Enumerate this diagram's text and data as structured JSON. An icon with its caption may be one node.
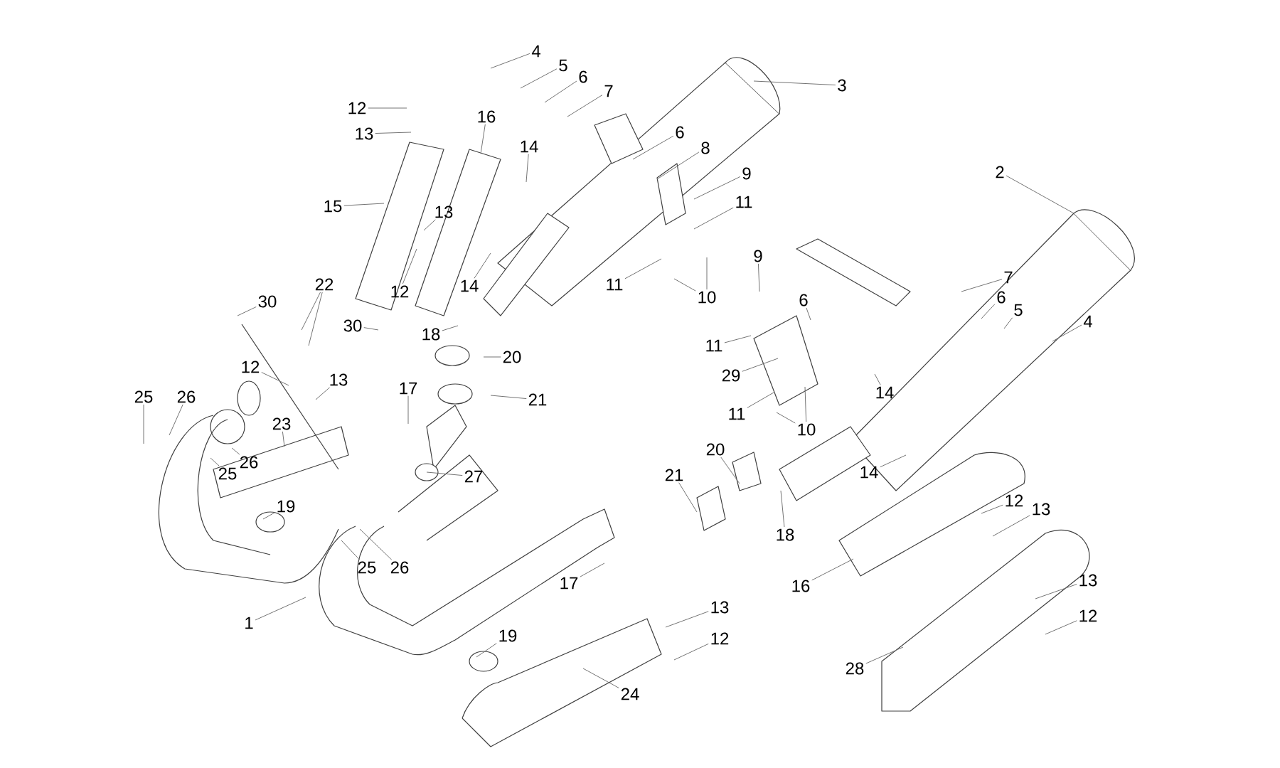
{
  "diagram": {
    "nodes": [
      {
        "text": [
          "4"
        ]
      },
      {
        "text": [
          "5"
        ]
      },
      {
        "text": [
          "3"
        ]
      },
      {
        "text": [
          "6"
        ]
      },
      {
        "text": [
          "7"
        ]
      },
      {
        "text": [
          "12"
        ]
      },
      {
        "text": [
          "13"
        ]
      },
      {
        "text": [
          "16"
        ]
      },
      {
        "text": [
          "6"
        ]
      },
      {
        "text": [
          "8"
        ]
      },
      {
        "text": [
          "2"
        ]
      },
      {
        "text": [
          "14"
        ]
      },
      {
        "text": [
          "9"
        ]
      },
      {
        "text": [
          "15"
        ]
      },
      {
        "text": [
          "13"
        ]
      },
      {
        "text": [
          "11"
        ]
      },
      {
        "text": [
          "12"
        ]
      },
      {
        "text": [
          "14"
        ]
      },
      {
        "text": [
          "9"
        ]
      },
      {
        "text": [
          "11"
        ]
      },
      {
        "text": [
          "10"
        ]
      },
      {
        "text": [
          "30"
        ]
      },
      {
        "text": [
          "22"
        ]
      },
      {
        "text": [
          "30"
        ]
      },
      {
        "text": [
          "6"
        ]
      },
      {
        "text": [
          "7"
        ]
      },
      {
        "text": [
          "6"
        ]
      },
      {
        "text": [
          "5"
        ]
      },
      {
        "text": [
          "4"
        ]
      },
      {
        "text": [
          "11"
        ]
      },
      {
        "text": [
          "29"
        ]
      },
      {
        "text": [
          "11"
        ]
      },
      {
        "text": [
          "10"
        ]
      },
      {
        "text": [
          "14"
        ]
      },
      {
        "text": [
          "20"
        ]
      },
      {
        "text": [
          "21"
        ]
      },
      {
        "text": [
          "18"
        ]
      },
      {
        "text": [
          "12"
        ]
      },
      {
        "text": [
          "13"
        ]
      },
      {
        "text": [
          "17"
        ]
      },
      {
        "text": [
          "25"
        ]
      },
      {
        "text": [
          "26"
        ]
      },
      {
        "text": [
          "23"
        ]
      },
      {
        "text": [
          "26"
        ]
      },
      {
        "text": [
          "25"
        ]
      },
      {
        "text": [
          "27"
        ]
      },
      {
        "text": [
          "19"
        ]
      },
      {
        "text": [
          "20"
        ]
      },
      {
        "text": [
          "21"
        ]
      },
      {
        "text": [
          "18"
        ]
      },
      {
        "text": [
          "14"
        ]
      },
      {
        "text": [
          "25"
        ]
      },
      {
        "text": [
          "26"
        ]
      },
      {
        "text": [
          "17"
        ]
      },
      {
        "text": [
          "12"
        ]
      },
      {
        "text": [
          "13"
        ]
      },
      {
        "text": [
          "16"
        ]
      },
      {
        "text": [
          "1"
        ]
      },
      {
        "text": [
          "13"
        ]
      },
      {
        "text": [
          "12"
        ]
      },
      {
        "text": [
          "13"
        ]
      },
      {
        "text": [
          "12"
        ]
      },
      {
        "text": [
          "19"
        ]
      },
      {
        "text": [
          "24"
        ]
      },
      {
        "text": [
          "28"
        ]
      }
    ],
    "edges": [
      {
        "from": 0,
        "to": null,
        "arrow": "none"
      },
      {
        "from": 1,
        "to": null,
        "arrow": "none"
      },
      {
        "from": 2,
        "to": null,
        "arrow": "none"
      },
      {
        "from": 3,
        "to": null,
        "arrow": "none"
      },
      {
        "from": 4,
        "to": null,
        "arrow": "none"
      },
      {
        "from": 5,
        "to": null,
        "arrow": "none"
      },
      {
        "from": 6,
        "to": null,
        "arrow": "none"
      },
      {
        "from": 7,
        "to": null,
        "arrow": "none"
      },
      {
        "from": 8,
        "to": null,
        "arrow": "none"
      },
      {
        "from": 9,
        "to": null,
        "arrow": "none"
      },
      {
        "from": 10,
        "to": null,
        "arrow": "none"
      },
      {
        "from": 11,
        "to": null,
        "arrow": "none"
      },
      {
        "from": 12,
        "to": null,
        "arrow": "none"
      },
      {
        "from": 13,
        "to": null,
        "arrow": "none"
      },
      {
        "from": 14,
        "to": null,
        "arrow": "none"
      },
      {
        "from": 15,
        "to": null,
        "arrow": "none"
      },
      {
        "from": 16,
        "to": null,
        "arrow": "none"
      },
      {
        "from": 17,
        "to": null,
        "arrow": "none"
      },
      {
        "from": 18,
        "to": null,
        "arrow": "none"
      },
      {
        "from": 19,
        "to": null,
        "arrow": "none"
      },
      {
        "from": 20,
        "to": null,
        "arrow": "none"
      },
      {
        "from": 20,
        "to": null,
        "arrow": "none"
      },
      {
        "from": 21,
        "to": null,
        "arrow": "none"
      },
      {
        "from": 22,
        "to": null,
        "arrow": "none"
      },
      {
        "from": 22,
        "to": null,
        "arrow": "none"
      },
      {
        "from": 23,
        "to": null,
        "arrow": "none"
      },
      {
        "from": 24,
        "to": null,
        "arrow": "none"
      },
      {
        "from": 25,
        "to": null,
        "arrow": "none"
      },
      {
        "from": 26,
        "to": null,
        "arrow": "none"
      },
      {
        "from": 27,
        "to": null,
        "arrow": "none"
      },
      {
        "from": 28,
        "to": null,
        "arrow": "none"
      },
      {
        "from": 29,
        "to": null,
        "arrow": "none"
      },
      {
        "from": 30,
        "to": null,
        "arrow": "none"
      },
      {
        "from": 31,
        "to": null,
        "arrow": "none"
      },
      {
        "from": 32,
        "to": null,
        "arrow": "none"
      },
      {
        "from": 32,
        "to": null,
        "arrow": "none"
      },
      {
        "from": 33,
        "to": null,
        "arrow": "none"
      },
      {
        "from": 34,
        "to": null,
        "arrow": "none"
      },
      {
        "from": 35,
        "to": null,
        "arrow": "none"
      },
      {
        "from": 36,
        "to": null,
        "arrow": "none"
      },
      {
        "from": 37,
        "to": null,
        "arrow": "none"
      },
      {
        "from": 38,
        "to": null,
        "arrow": "none"
      },
      {
        "from": 39,
        "to": null,
        "arrow": "none"
      },
      {
        "from": 40,
        "to": null,
        "arrow": "none"
      },
      {
        "from": 41,
        "to": null,
        "arrow": "none"
      },
      {
        "from": 42,
        "to": null,
        "arrow": "none"
      },
      {
        "from": 43,
        "to": null,
        "arrow": "none"
      },
      {
        "from": 44,
        "to": null,
        "arrow": "none"
      },
      {
        "from": 45,
        "to": null,
        "arrow": "none"
      },
      {
        "from": 46,
        "to": null,
        "arrow": "none"
      },
      {
        "from": 47,
        "to": null,
        "arrow": "none"
      },
      {
        "from": 48,
        "to": null,
        "arrow": "none"
      },
      {
        "from": 49,
        "to": null,
        "arrow": "none"
      },
      {
        "from": 50,
        "to": null,
        "arrow": "none"
      },
      {
        "from": 51,
        "to": null,
        "arrow": "none"
      },
      {
        "from": 52,
        "to": null,
        "arrow": "none"
      },
      {
        "from": 53,
        "to": null,
        "arrow": "none"
      },
      {
        "from": 54,
        "to": null,
        "arrow": "none"
      },
      {
        "from": 55,
        "to": null,
        "arrow": "none"
      },
      {
        "from": 56,
        "to": null,
        "arrow": "none"
      },
      {
        "from": 57,
        "to": null,
        "arrow": "none"
      },
      {
        "from": 58,
        "to": null,
        "arrow": "none"
      },
      {
        "from": 59,
        "to": null,
        "arrow": "none"
      },
      {
        "from": 60,
        "to": null,
        "arrow": "none"
      },
      {
        "from": 61,
        "to": null,
        "arrow": "none"
      },
      {
        "from": 62,
        "to": null,
        "arrow": "none"
      },
      {
        "from": 63,
        "to": null,
        "arrow": "none"
      },
      {
        "from": 64,
        "to": null,
        "arrow": "none"
      }
    ]
  }
}
